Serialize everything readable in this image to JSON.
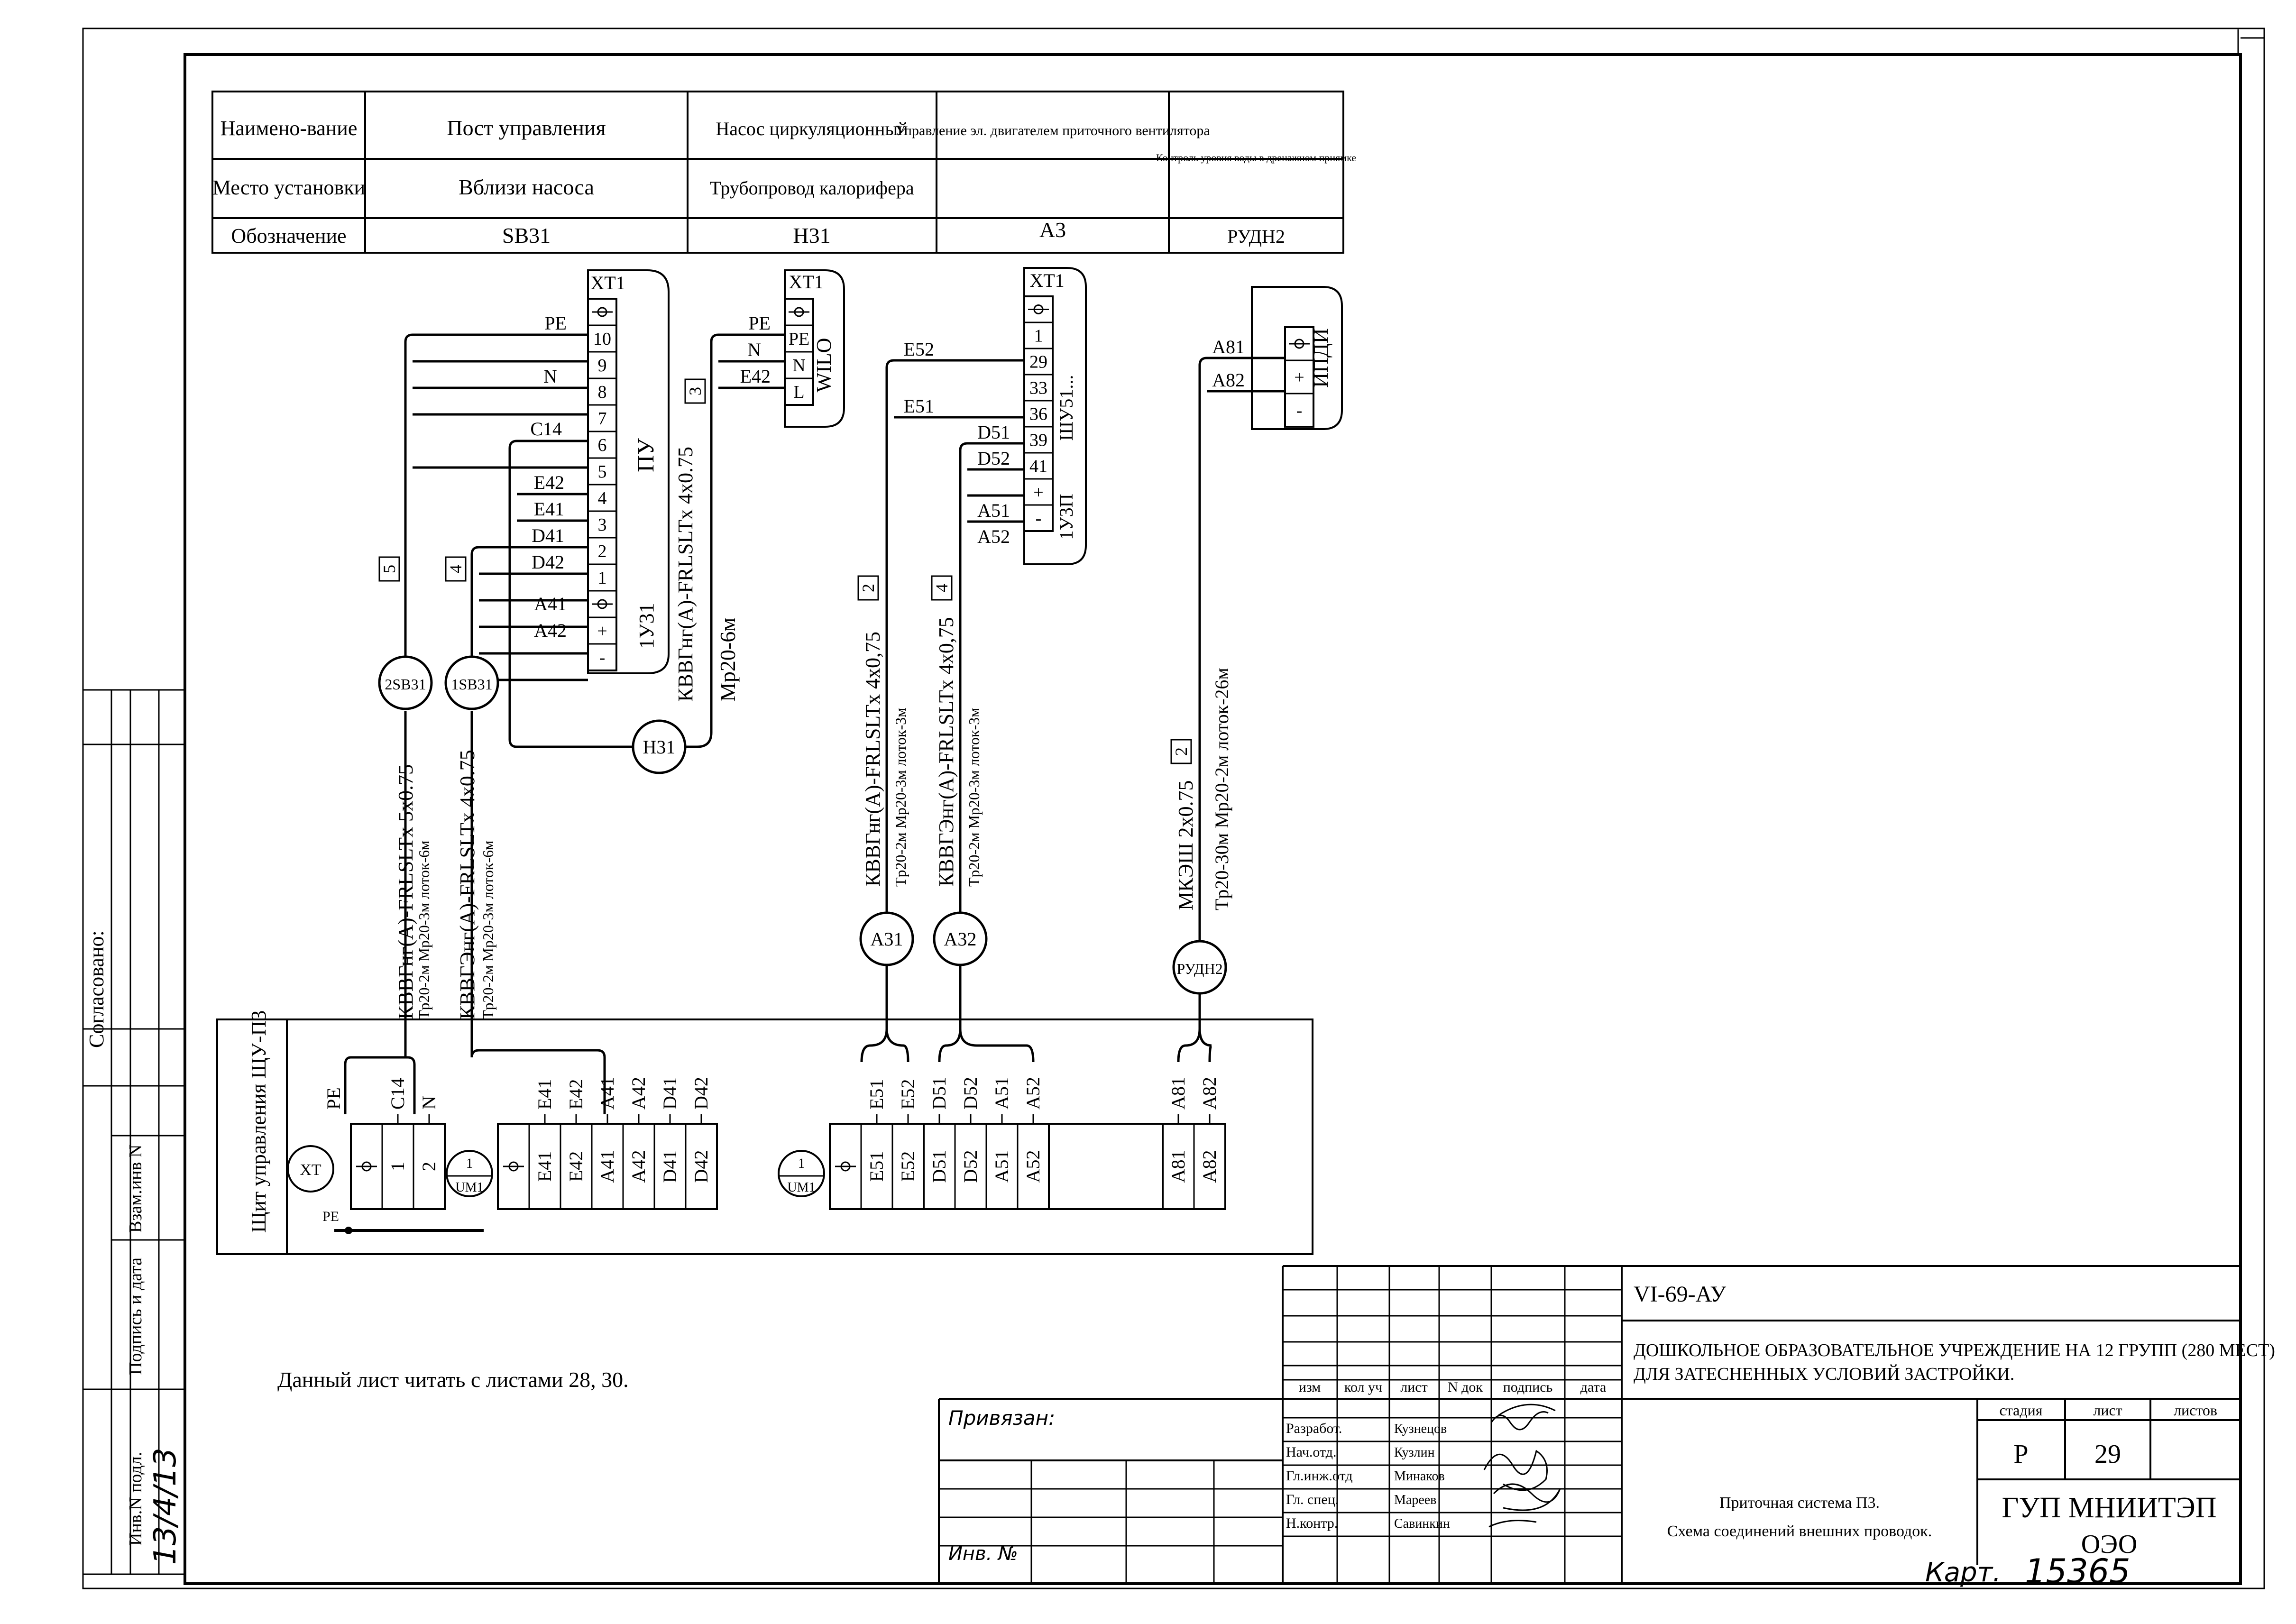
{
  "header": {
    "row_labels": {
      "name": "Наимено-вание",
      "place": "Место установки",
      "designation": "Обозначение"
    },
    "columns": [
      {
        "name": "Пост управления",
        "place": "Вблизи насоса",
        "designation": "SB31"
      },
      {
        "name": "Насос циркуляционный",
        "place": "Трубопровод калорифера",
        "designation": "H31"
      },
      {
        "name": "Управление эл. двигателем приточного вентилятора",
        "place": "",
        "designation": "A3"
      },
      {
        "name": "Контроль уровня воды в дренажном приямке",
        "place": "",
        "designation": "РУДН2"
      }
    ]
  },
  "devices": {
    "post": {
      "xt": "XT1",
      "title": "ПУ",
      "sub": "1У31",
      "terminals": [
        "",
        "10",
        "9",
        "8",
        "7",
        "6",
        "5",
        "4",
        "3",
        "2",
        "1",
        "",
        "+",
        "-"
      ],
      "wires": [
        "PE",
        "N",
        "C14",
        "E42",
        "E41",
        "D41",
        "D42",
        "A41",
        "A42"
      ]
    },
    "pump": {
      "xt": "XT1",
      "title": "WILO",
      "terminals": [
        "",
        "PE",
        "N",
        "L"
      ],
      "wires": [
        "PE",
        "N",
        "E42"
      ]
    },
    "shu": {
      "xt": "XT1",
      "title": "ШУ51...",
      "sub": "1У3П",
      "terminals": [
        "",
        "1",
        "29",
        "33",
        "36",
        "39",
        "41",
        "+",
        "-"
      ],
      "wires": [
        "E52",
        "E51",
        "D51",
        "D52",
        "A51",
        "A52"
      ]
    },
    "ipdi": {
      "title": "ИПДИ",
      "terminals": [
        "",
        "+",
        "-"
      ],
      "wires": [
        "A81",
        "A82"
      ]
    }
  },
  "nodes": [
    "2SB31",
    "1SB31",
    "H31",
    "A31",
    "A32",
    "РУДН2"
  ],
  "cables": [
    {
      "num": "5",
      "label": "КВВГнг(A)-FRLSLTx 5x0.75",
      "route": "Tр20-2м Mp20-3м лоток-6м"
    },
    {
      "num": "4",
      "label": "КВВГЭнг(A)-FRLSLTx 4x0.75",
      "route": "Tр20-2м Mp20-3м лоток-6м"
    },
    {
      "num": "3",
      "label": "КВВГнг(A)-FRLSLTx 4x0.75",
      "route": "Mp20-6м"
    },
    {
      "num": "2",
      "label": "КВВГнг(A)-FRLSLTx 4x0,75",
      "route": "Tр20-2м Mp20-3м лоток-3м"
    },
    {
      "num": "4",
      "label": "КВВГЭнг(A)-FRLSLTx 4x0,75",
      "route": "Tр20-2м Mp20-3м лоток-3м"
    },
    {
      "num": "2",
      "label": "МКЭШ 2x0.75",
      "route": "Tр20-30м Mp20-2м лоток-26м"
    }
  ],
  "panel": {
    "title": "Щит управления ЩУ-П3",
    "xt": "XT",
    "pe": "PE",
    "pe_bottom": "PE",
    "um": "UM1",
    "um_top": "1",
    "group1_top": [
      "C14",
      "N"
    ],
    "group1_bottom": [
      "1",
      "2"
    ],
    "group2_top": [
      "E41",
      "E42",
      "A41",
      "A42",
      "D41",
      "D42"
    ],
    "group2_bottom": [
      "E41",
      "E42",
      "A41",
      "A42",
      "D41",
      "D42"
    ],
    "group3_top": [
      "E51",
      "E52"
    ],
    "group3_bottom": [
      "E51",
      "E52"
    ],
    "group4_top": [
      "D51",
      "D52",
      "A51",
      "A52"
    ],
    "group4_bottom": [
      "D51",
      "D52",
      "A51",
      "A52"
    ],
    "group5_top": [
      "A81",
      "A82"
    ],
    "group5_bottom": [
      "A81",
      "A82"
    ]
  },
  "note": "Данный лист читать с листами 28, 30.",
  "left_strip": {
    "agreed": "Согласовано:",
    "vzam": "Взам.инв N",
    "podp": "Подпись и дата",
    "inv": "Инв.N подл.",
    "handwritten": "13/4/13"
  },
  "stamp": {
    "code": "VI-69-АУ",
    "project_line1": "ДОШКОЛЬНОЕ ОБРАЗОВАТЕЛЬНОЕ УЧРЕЖДЕНИЕ НА 12 ГРУПП (280 МЕСТ)",
    "project_line2": "ДЛЯ ЗАТЕСНЕННЫХ УСЛОВИЙ ЗАСТРОЙКИ.",
    "headers": [
      "изм",
      "кол уч",
      "лист",
      "N док",
      "подпись",
      "дата"
    ],
    "roles": [
      "Разработ.",
      "Нач.отд.",
      "Гл.инж.отд",
      "Гл. спец.",
      "Н.контр."
    ],
    "names": [
      "Кузнецов",
      "Кузлин",
      "Минаков",
      "Мареев",
      "Савинкин"
    ],
    "sheet_title1": "Приточная система П3.",
    "sheet_title2": "Схема соединений внешних проводок.",
    "stage_label": "стадия",
    "sheet_label": "лист",
    "sheets_label": "листов",
    "stage": "Р",
    "sheet": "29",
    "org1": "ГУП МНИИТЭП",
    "org2": "ОЭО",
    "bound": "Привязан:",
    "inv_no": "Инв. №",
    "kart": "Карт.",
    "kart_no": "15365"
  }
}
